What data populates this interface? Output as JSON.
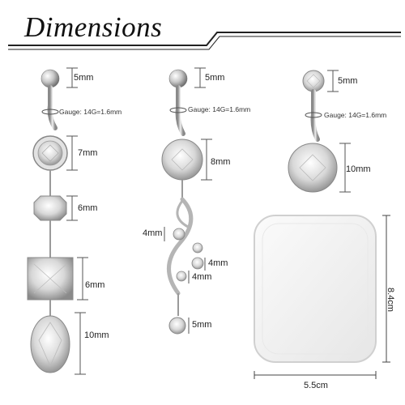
{
  "title": "Dimensions",
  "piece1": {
    "ball": "5mm",
    "gauge": "Gauge: 14G=1.6mm",
    "bezel_stone": "7mm",
    "round_stone": "6mm",
    "square_stone": "6mm",
    "oval_stone": "10mm"
  },
  "piece2": {
    "ball": "5mm",
    "gauge": "Gauge: 14G=1.6mm",
    "top_stone": "8mm",
    "left_stone": "4mm",
    "right_stone": "4mm",
    "middle_stone": "4mm",
    "bottom_stone": "5mm"
  },
  "piece3": {
    "top_stone": "5mm",
    "gauge": "Gauge: 14G=1.6mm",
    "bottom_stone": "10mm"
  },
  "box": {
    "width": "5.5cm",
    "height": "8.4cm"
  }
}
